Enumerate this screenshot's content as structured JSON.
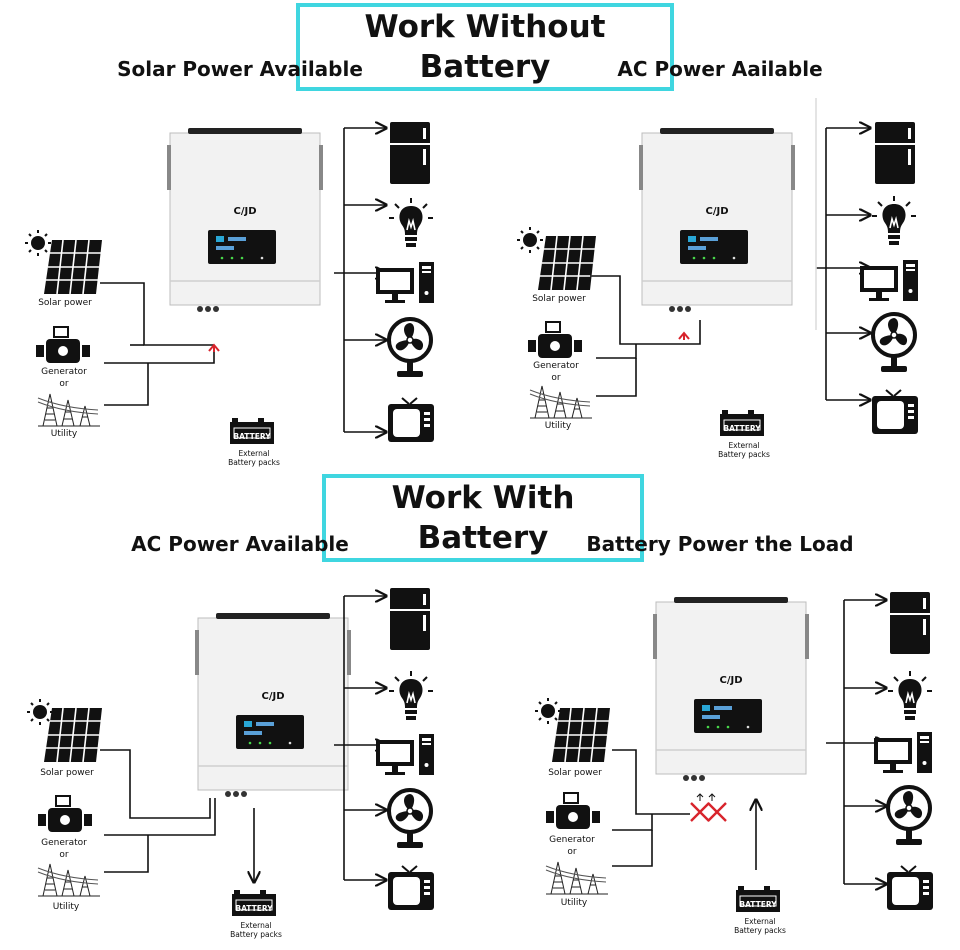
{
  "sections": [
    {
      "title": "Work Without Battery"
    },
    {
      "title": "Work With Battery"
    }
  ],
  "panels": [
    {
      "title": "Solar Power Available"
    },
    {
      "title": "AC Power Aailable"
    },
    {
      "title": "AC Power Available"
    },
    {
      "title": "Battery Power the Load"
    }
  ],
  "labels": {
    "solar": "Solar power",
    "generator": "Generator",
    "or": "or",
    "utility": "Utility",
    "battery": "BATTERY",
    "external": "External",
    "battery_packs": "Battery packs",
    "brand": "C/JD"
  },
  "colors": {
    "accent": "#3fd6e0",
    "cross": "#d8242c"
  },
  "icons": [
    "sun-icon",
    "solar-panel-icon",
    "generator-icon",
    "utility-tower-icon",
    "battery-icon",
    "fridge-icon",
    "bulb-icon",
    "computer-icon",
    "fan-icon",
    "tv-icon"
  ]
}
